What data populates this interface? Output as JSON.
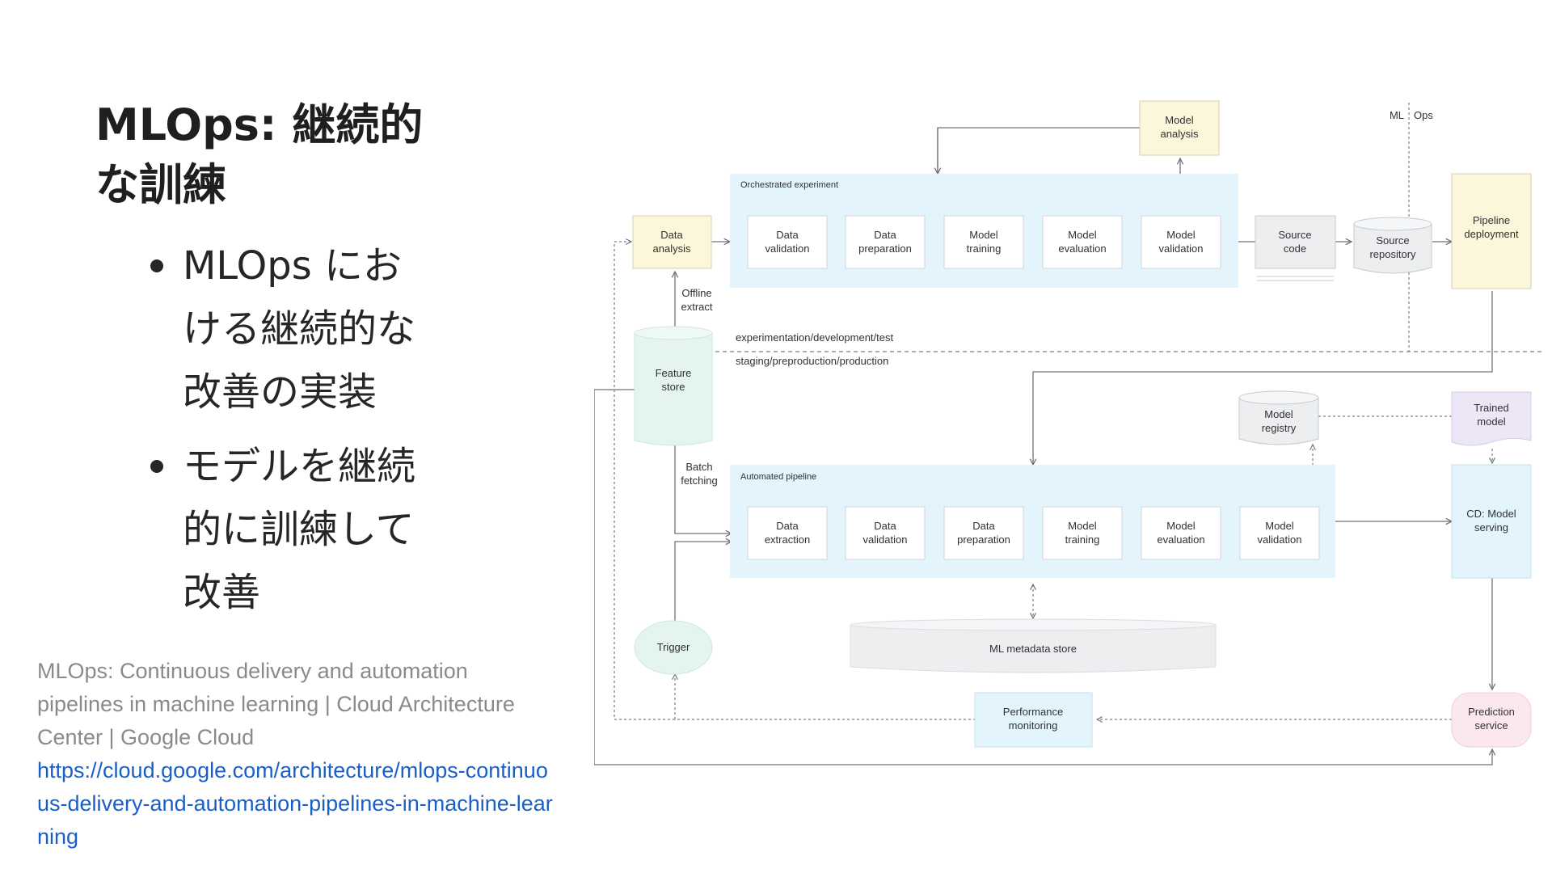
{
  "slide": {
    "title_line1": "MLOps: 継続的",
    "title_line2": "な訓練",
    "bullets": [
      [
        "MLOps にお",
        "ける継続的な",
        "改善の実装"
      ],
      [
        "モデルを継続",
        "的に訓練して",
        "改善"
      ]
    ],
    "reference_text": "MLOps: Continuous delivery and automation pipelines in machine learning | Cloud Architecture Center | Google Cloud",
    "reference_url": "https://cloud.google.com/architecture/mlops-continuous-delivery-and-automation-pipelines-in-machine-learning"
  },
  "diagram": {
    "colors": {
      "experiment_panel": "#e3f4fc",
      "yellow_box": "#fcf6da",
      "mint": "#e4f5ef",
      "gray_box": "#eceef0",
      "purple": "#ece6f6",
      "pink": "#fbe7ee",
      "line": "#6f7378"
    },
    "ml_ops_label": [
      "ML",
      "Ops"
    ],
    "model_analysis": [
      "Model",
      "analysis"
    ],
    "orchestrated_label": "Orchestrated experiment",
    "data_analysis": [
      "Data",
      "analysis"
    ],
    "experiment_steps": [
      [
        "Data",
        "validation"
      ],
      [
        "Data",
        "preparation"
      ],
      [
        "Model",
        "training"
      ],
      [
        "Model",
        "evaluation"
      ],
      [
        "Model",
        "validation"
      ]
    ],
    "source_code": [
      "Source",
      "code"
    ],
    "source_repository": [
      "Source",
      "repository"
    ],
    "pipeline_deployment": [
      "Pipeline",
      "deployment"
    ],
    "offline_extract": [
      "Offline",
      "extract"
    ],
    "env_top": "experimentation/development/test",
    "env_bottom": "staging/preproduction/production",
    "feature_store": [
      "Feature",
      "store"
    ],
    "model_registry": [
      "Model",
      "registry"
    ],
    "trained_model": [
      "Trained",
      "model"
    ],
    "batch_fetching": [
      "Batch",
      "fetching"
    ],
    "automated_label": "Automated pipeline",
    "pipeline_steps": [
      [
        "Data",
        "extraction"
      ],
      [
        "Data",
        "validation"
      ],
      [
        "Data",
        "preparation"
      ],
      [
        "Model",
        "training"
      ],
      [
        "Model",
        "evaluation"
      ],
      [
        "Model",
        "validation"
      ]
    ],
    "cd_model_serving": [
      "CD: Model",
      "serving"
    ],
    "trigger": "Trigger",
    "metadata_store": "ML metadata store",
    "performance_monitoring": [
      "Performance",
      "monitoring"
    ],
    "prediction_service": [
      "Prediction",
      "service"
    ]
  }
}
